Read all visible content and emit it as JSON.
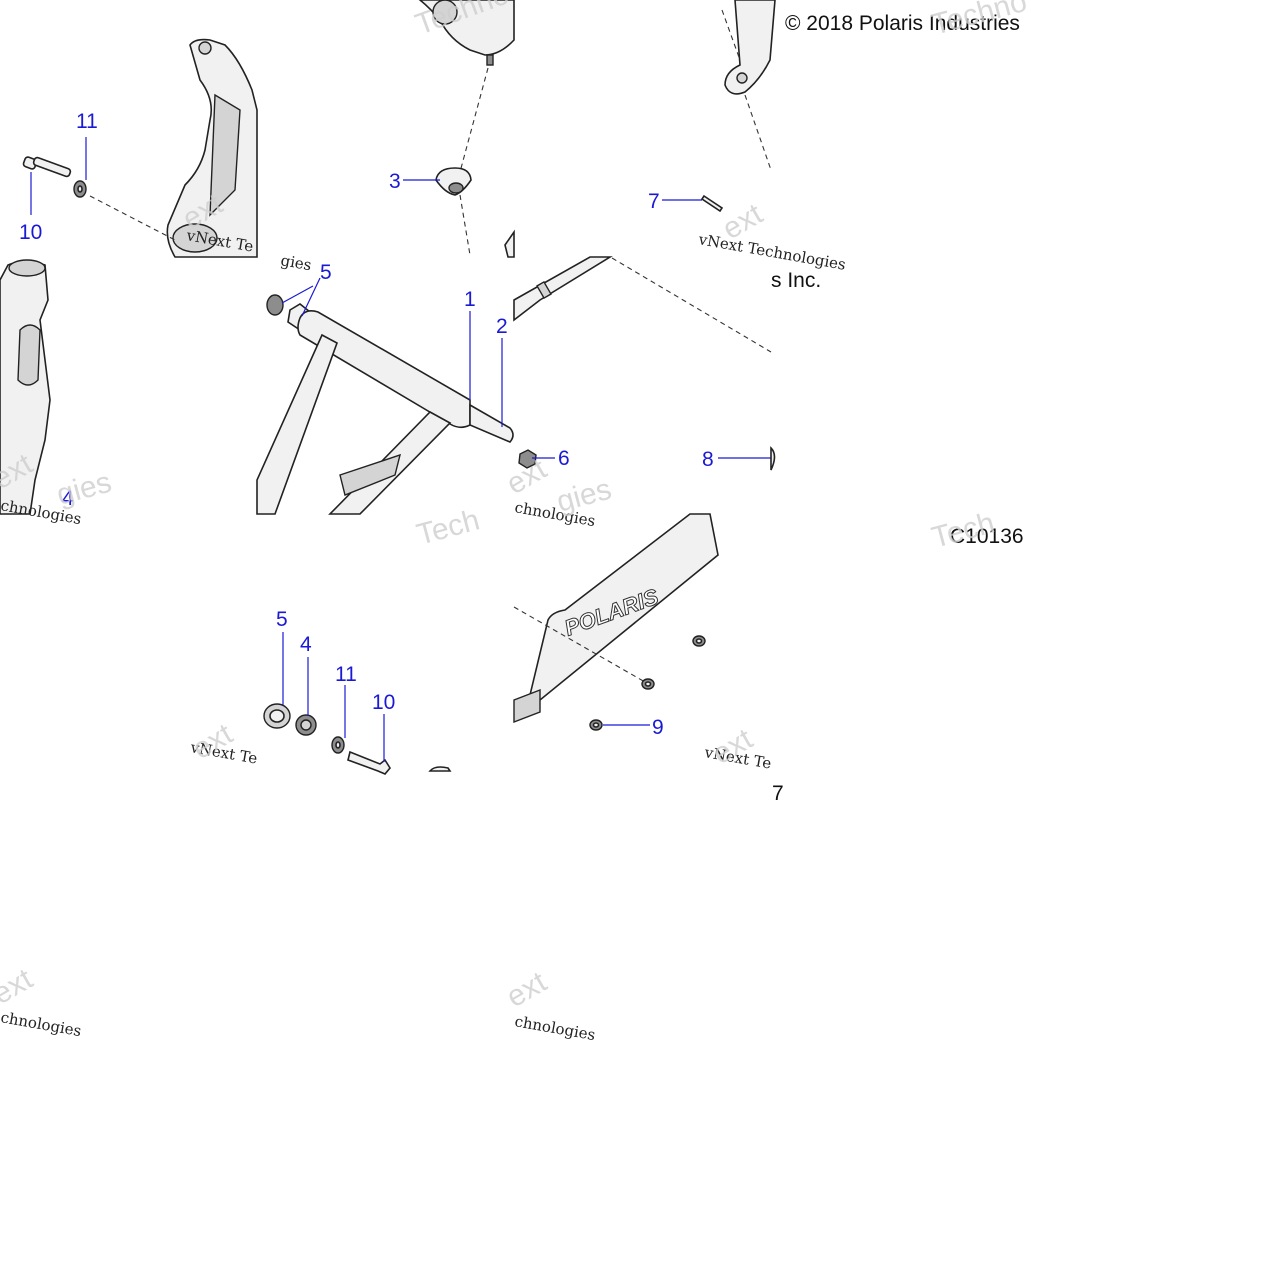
{
  "copyright": "© 2018 Polaris Industries",
  "copyright_fragment": "s Inc.",
  "figure_code": "C10136",
  "fragment_seven": "7",
  "brand_logo_text": "POLARIS",
  "watermarks": {
    "vnext": "vNext Technologies",
    "technologies": "Technologies",
    "vnext_partial": "vNext Te",
    "ext": "ext",
    "techno": "Techno",
    "chnologies": "chnologies",
    "gies": "gies",
    "tech": "Tech"
  },
  "callouts": {
    "c1": "1",
    "c2": "2",
    "c3": "3",
    "c4a": "4",
    "c4b": "4",
    "c5a": "5",
    "c5b": "5",
    "c6": "6",
    "c7": "7",
    "c8": "8",
    "c9": "9",
    "c10a": "10",
    "c10b": "10",
    "c11a": "11",
    "c11b": "11"
  },
  "colors": {
    "callout": "#1a1ad6",
    "line_art": "#222222",
    "watermark": "#cfcfcf"
  }
}
